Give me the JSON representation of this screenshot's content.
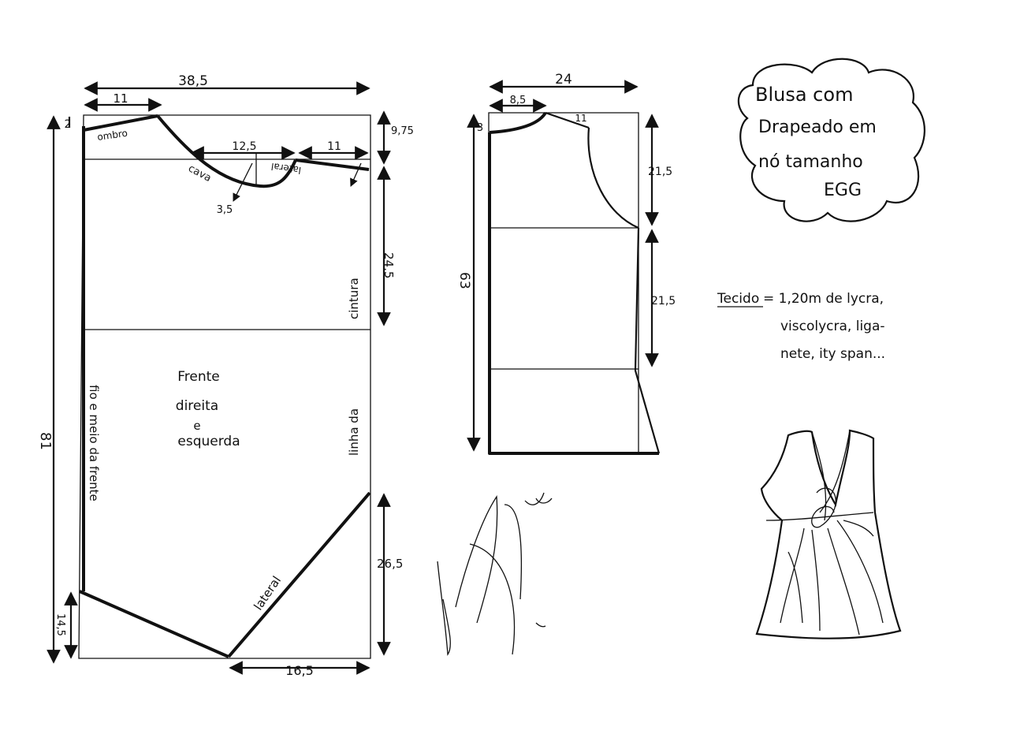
{
  "front": {
    "dim_width": "38,5",
    "dim_shoulder": "11",
    "dim_top": "2",
    "dim_armhole_depth": "9,75",
    "dim_cava_width": "12,5",
    "dim_side_top": "11",
    "dim_cava_depth": "3,5",
    "dim_waist": "24,5",
    "dim_length": "81",
    "dim_side_lower": "26,5",
    "dim_bottom_left": "14,5",
    "dim_bottom": "16,5",
    "label_ombro": "ombro",
    "label_cava": "cava",
    "label_lateral_top": "lateral",
    "label_lateral": "lateral",
    "label_cintura": "cintura",
    "label_linha_da": "linha da",
    "label_fio": "fio e meio da frente",
    "title_line1": "Frente",
    "title_line2": "direita",
    "title_line3": "e",
    "title_line4": "esquerda"
  },
  "back": {
    "dim_width": "24",
    "dim_neck": "8,5",
    "dim_shoulder": "11",
    "dim_neck_drop": "3",
    "dim_length": "63",
    "dim_upper": "21,5",
    "dim_lower": "21,5"
  },
  "title_box": {
    "line1": "Blusa com",
    "line2": "Drapeado em",
    "line3": "nó tamanho",
    "line4": "EGG"
  },
  "fabric": {
    "label": "Tecido",
    "line1_rest": "= 1,20m de lycra,",
    "line2": "viscolycra, liga-",
    "line3": "nete, ity span..."
  }
}
